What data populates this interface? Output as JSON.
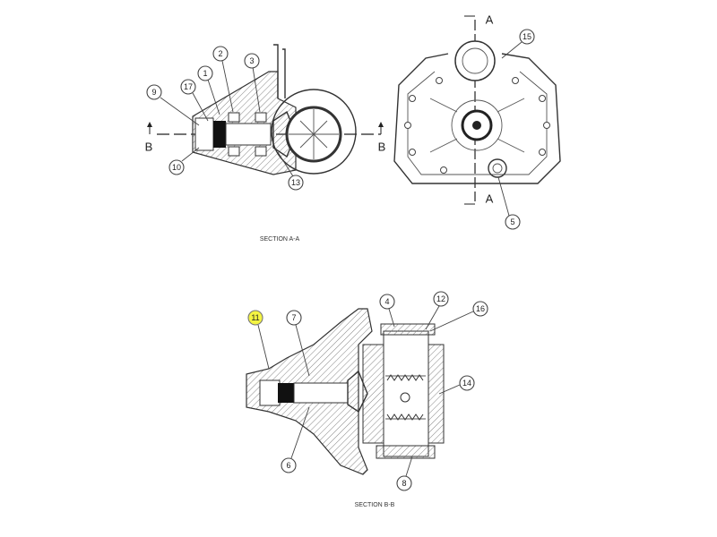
{
  "section_a": {
    "caption": "SECTION A-A",
    "section_marker": "B",
    "callouts": [
      "9",
      "17",
      "1",
      "2",
      "3",
      "10",
      "13"
    ]
  },
  "end_view": {
    "section_marker": "A",
    "callouts": [
      "15",
      "5"
    ]
  },
  "section_b": {
    "caption": "SECTION B-B",
    "callouts": [
      "11",
      "7",
      "4",
      "12",
      "16",
      "14",
      "6",
      "8"
    ],
    "highlighted_callout": "11",
    "highlight_color": "#f4f442"
  }
}
